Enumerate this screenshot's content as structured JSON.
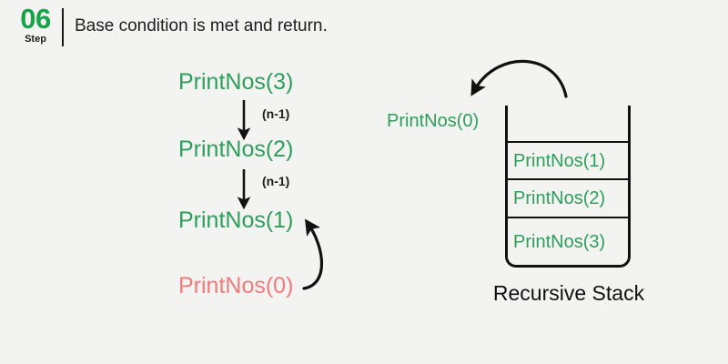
{
  "header": {
    "step_number": "06",
    "step_word": "Step",
    "title": "Base condition is met and return."
  },
  "call_tree": {
    "nodes": [
      {
        "label": "PrintNos(3)",
        "state": "green"
      },
      {
        "label": "PrintNos(2)",
        "state": "green"
      },
      {
        "label": "PrintNos(1)",
        "state": "green"
      },
      {
        "label": "PrintNos(0)",
        "state": "red"
      }
    ],
    "edge_labels": [
      "(n-1)",
      "(n-1)"
    ],
    "return_arrow": "return-arrow-0-to-1"
  },
  "stack": {
    "caption": "Recursive Stack",
    "popped_label": "PrintNos(0)",
    "slots": [
      {
        "label": ""
      },
      {
        "label": "PrintNos(1)"
      },
      {
        "label": "PrintNos(2)"
      },
      {
        "label": "PrintNos(3)"
      }
    ],
    "pop_arrow": "pop-arrow"
  },
  "colors": {
    "accent_green": "#2e9e5b",
    "badge_green": "#16a34a",
    "base_case_red": "#ef7c7c",
    "ink": "#111111",
    "background": "#f3f3f2"
  }
}
